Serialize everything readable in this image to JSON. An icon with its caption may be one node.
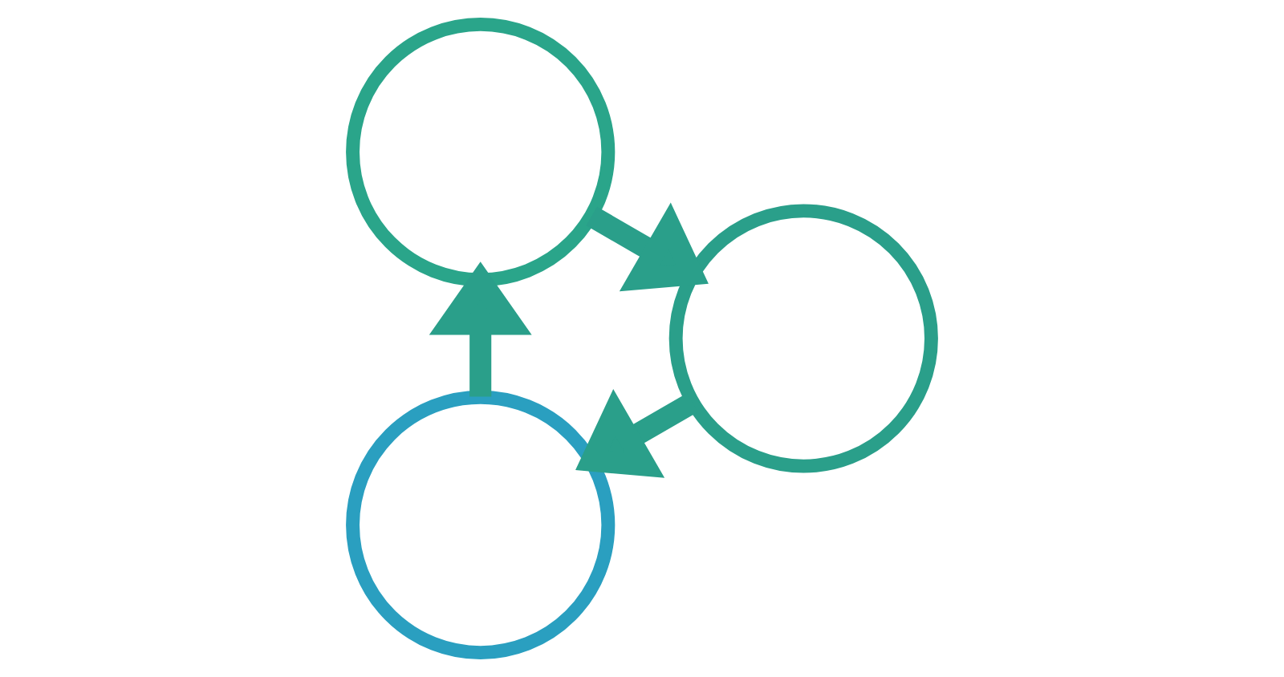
{
  "diagram": {
    "nodes": [
      {
        "text": [],
        "shape": "circle"
      },
      {
        "text": [],
        "shape": "circle"
      },
      {
        "text": [],
        "shape": "circle"
      }
    ],
    "edges": [
      {
        "from": 0,
        "to": 1,
        "arrow": "to"
      },
      {
        "from": 1,
        "to": 2,
        "arrow": "to"
      },
      {
        "from": 2,
        "to": 0,
        "arrow": "to"
      }
    ]
  }
}
